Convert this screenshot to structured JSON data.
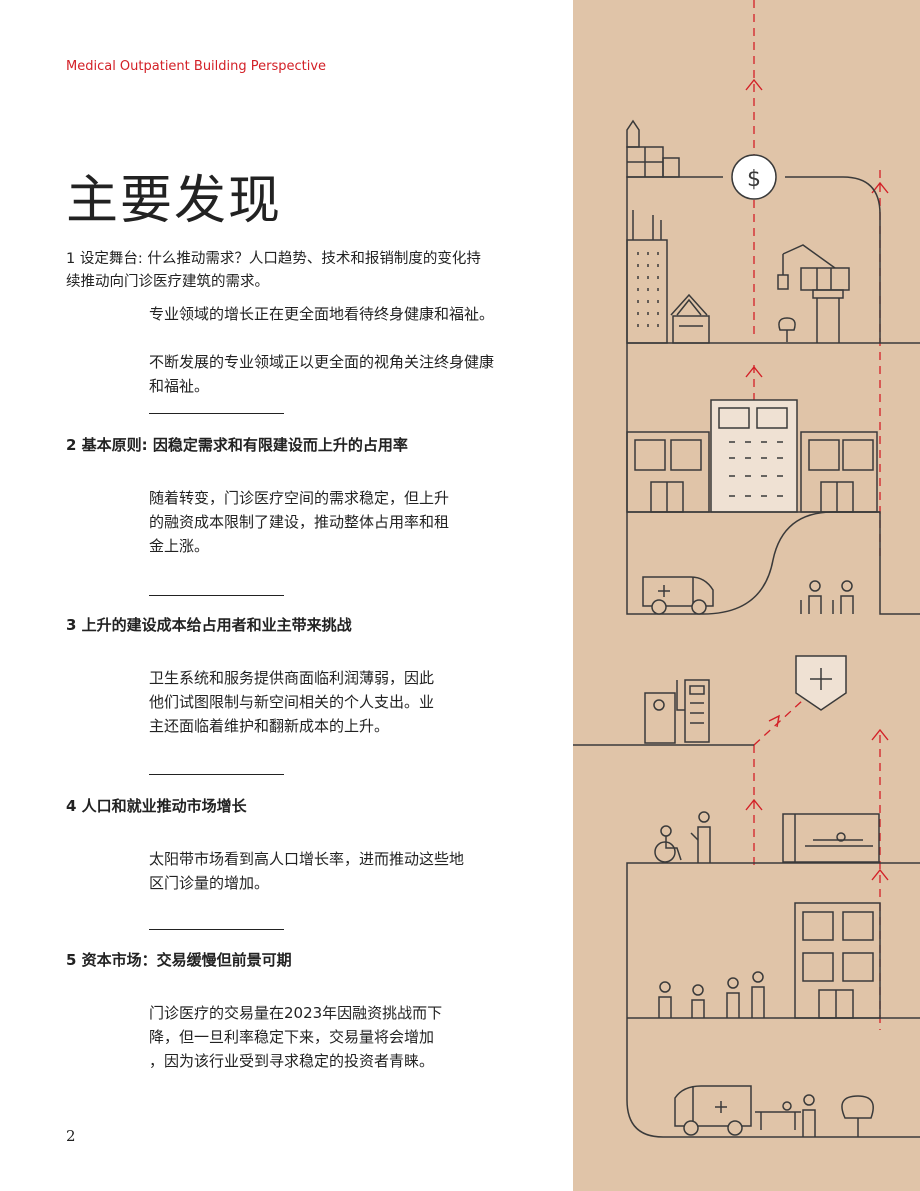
{
  "header": {
    "label": "Medical Outpatient Building Perspective"
  },
  "title": "主要发现",
  "intro": {
    "line1": "1 设定舞台: 什么推动需求？人口趋势、技术和报销制度的变化持",
    "line2": "续推动向门诊医疗建筑的需求。"
  },
  "findings": [
    {
      "lines": [
        "专业领域的增长正在更全面地看待终身健康和福祉。",
        "",
        "不断发展的专业领域正以更全面的视角关注终身健康",
        "和福祉。"
      ]
    },
    {
      "heading": "2 基本原则: 因稳定需求和有限建设而上升的占用率",
      "lines": [
        "随着转变，门诊医疗空间的需求稳定，但上升",
        "的融资成本限制了建设，推动整体占用率和租",
        "金上涨。"
      ]
    },
    {
      "heading": "3 上升的建设成本给占用者和业主带来挑战",
      "lines": [
        "卫生系统和服务提供商面临利润薄弱，因此",
        "他们试图限制与新空间相关的个人支出。业",
        "主还面临着维护和翻新成本的上升。"
      ]
    },
    {
      "heading": "4 人口和就业推动市场增长",
      "lines": [
        "太阳带市场看到高人口增长率，进而推动这些地",
        "区门诊量的增加。"
      ]
    },
    {
      "heading": "5 资本市场：交易缓慢但前景可期",
      "lines": [
        "门诊医疗的交易量在2023年因融资挑战而下",
        "降，但一旦利率稳定下来，交易量将会增加",
        "，因为该行业受到寻求稳定的投资者青睐。"
      ]
    }
  ],
  "page_number": "2",
  "illustration": {
    "dollar_symbol": "$",
    "colors": {
      "panel": "#e0c4a8",
      "line": "#3a3a3a",
      "accent": "#d32027"
    },
    "icons": [
      "dollar-coin-icon",
      "crane-icon",
      "hospital-icon",
      "ambulance-icon",
      "dialysis-machine-icon",
      "medical-shield-icon",
      "wheelchair-icon",
      "patient-bed-icon",
      "tree-icon",
      "people-icon"
    ]
  }
}
